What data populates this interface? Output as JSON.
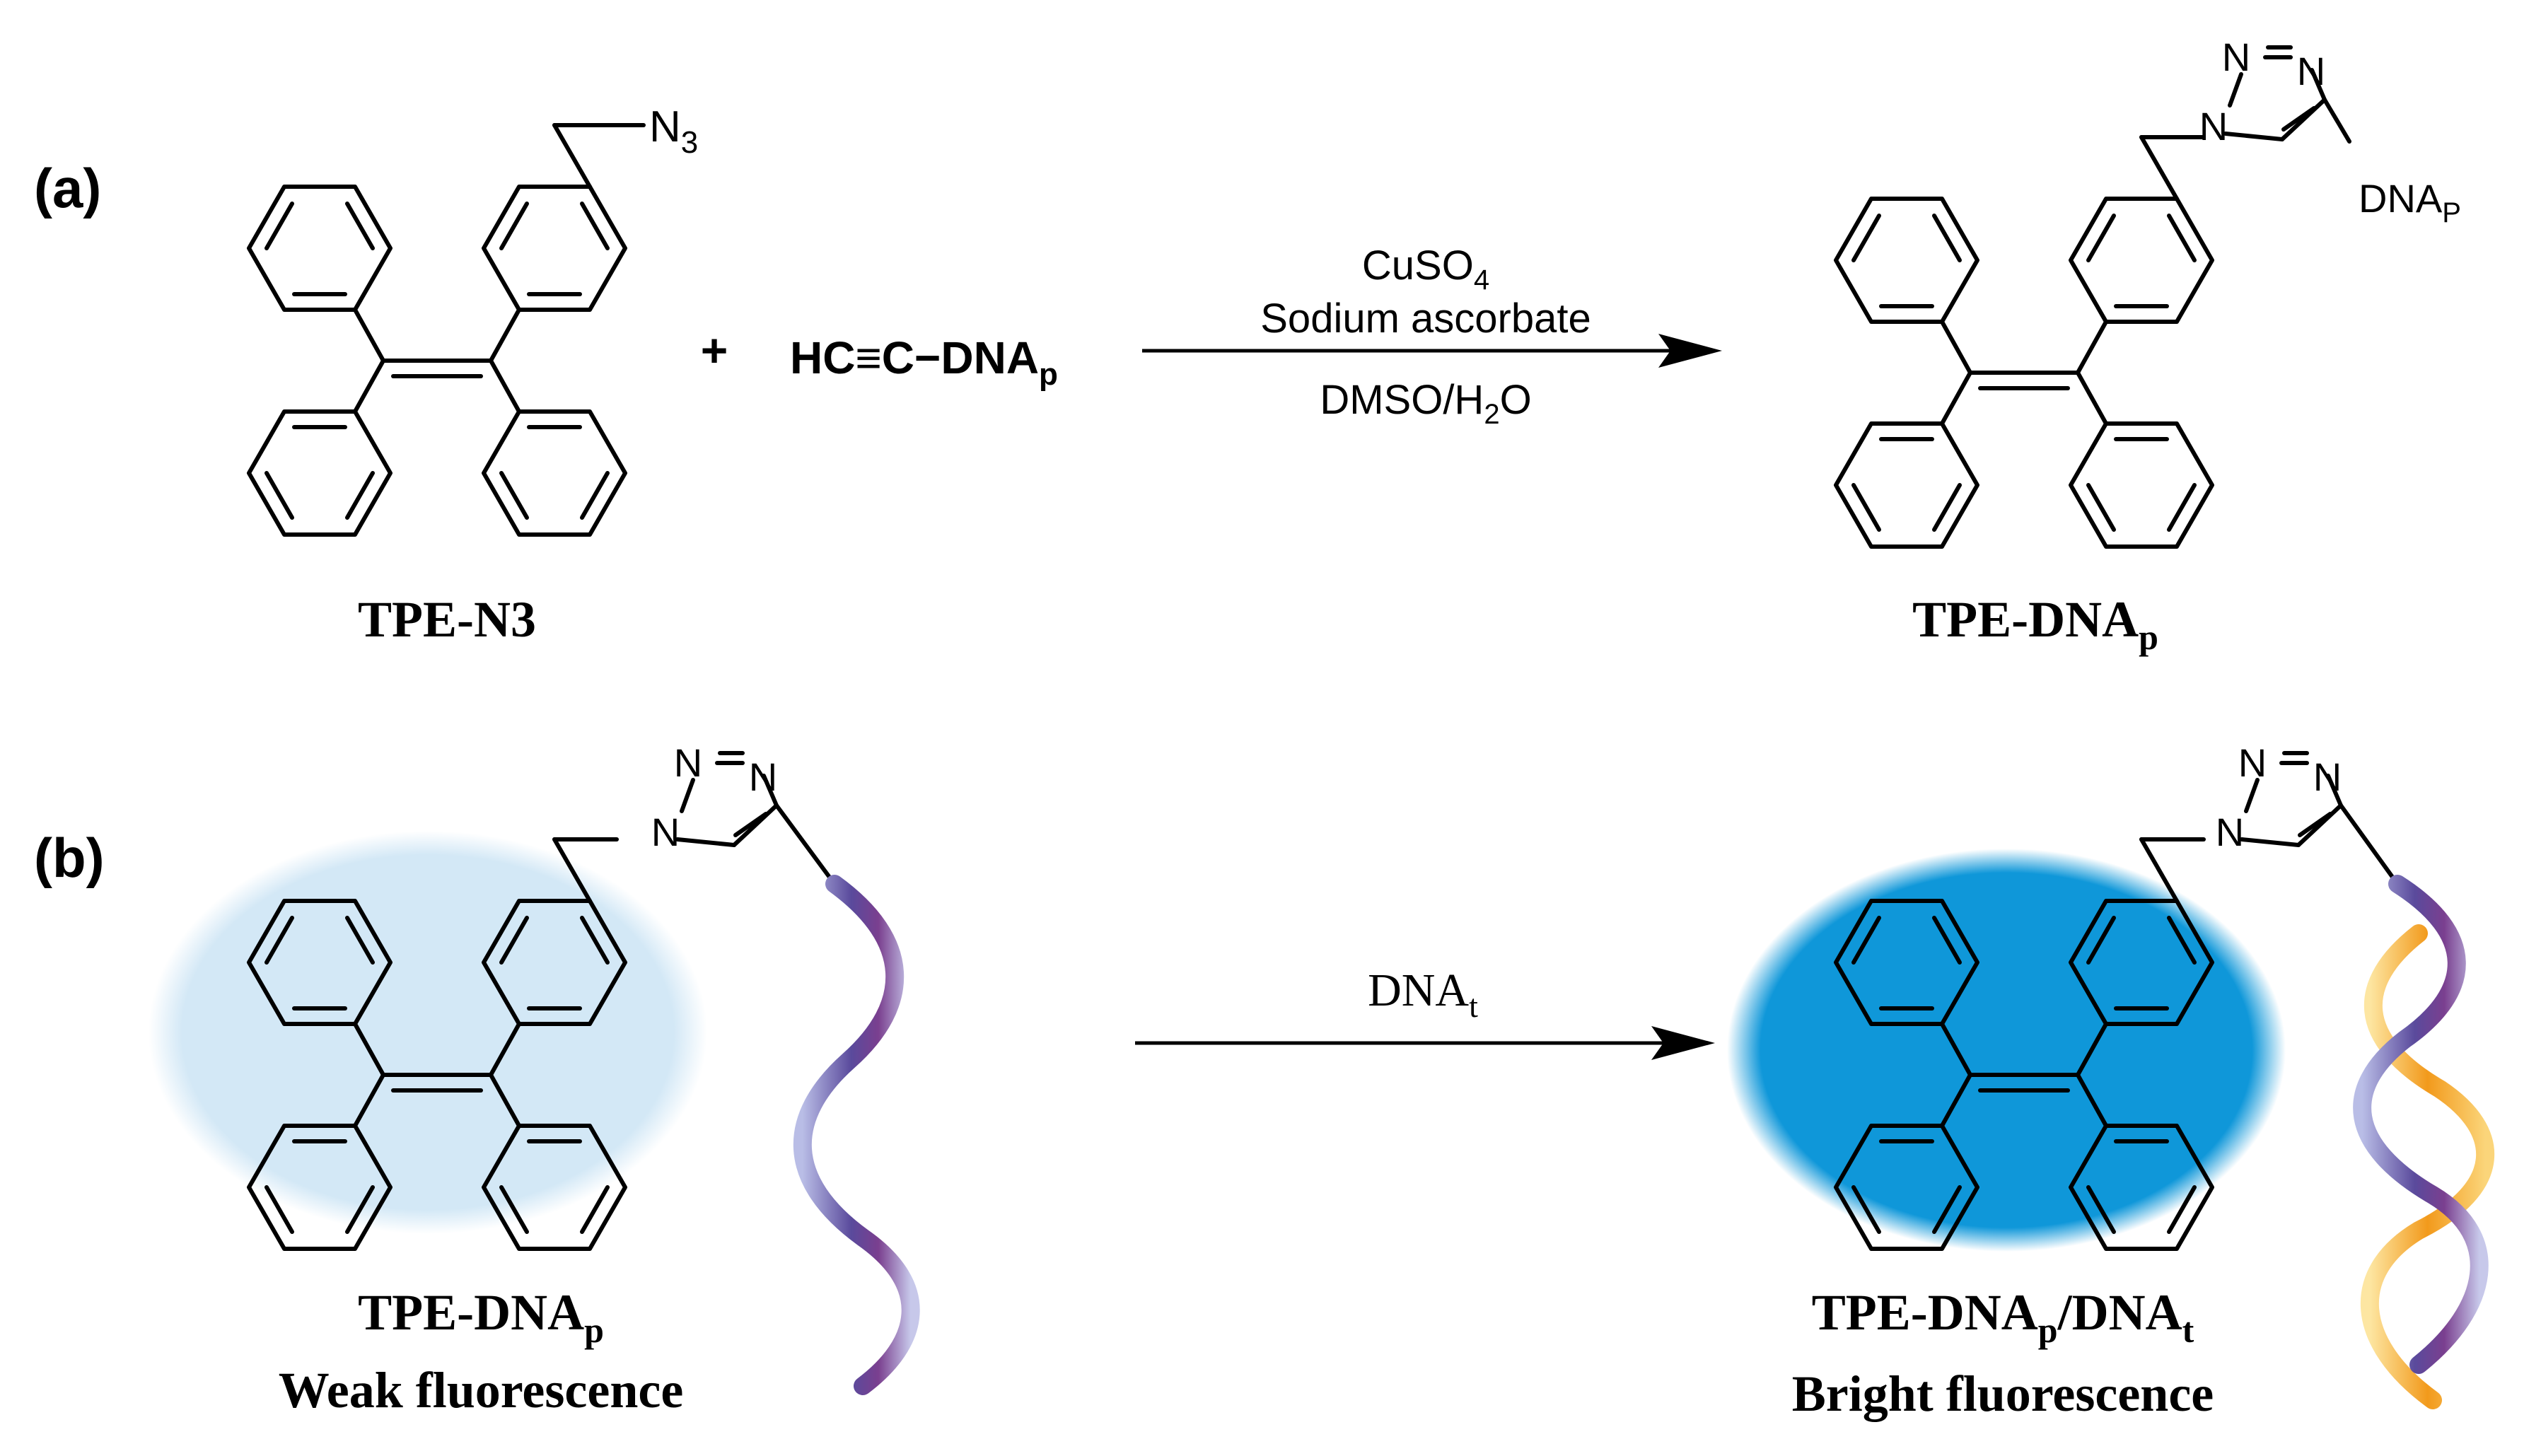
{
  "panel_a": {
    "label": "(a)",
    "reactant_name": "TPE-N3",
    "azide_group": {
      "main": "N",
      "sub": "3"
    },
    "plus": "+",
    "alkyne": {
      "prefix": "HC≡C−DNA",
      "sub": "p"
    },
    "conditions": {
      "reagent1": {
        "main": "CuSO",
        "sub": "4"
      },
      "reagent2": "Sodium ascorbate",
      "solvent": {
        "pre": "DMSO/H",
        "sub": "2",
        "post": "O"
      }
    },
    "product_substituent": {
      "main": "DNA",
      "sub": "P"
    },
    "product_name": {
      "main": "TPE-DNA",
      "sub": "p"
    },
    "triazole_atoms": [
      "N",
      "N",
      "N"
    ]
  },
  "panel_b": {
    "label": "(b)",
    "left_name": {
      "main": "TPE-DNA",
      "sub": "p"
    },
    "left_caption": "Weak fluorescence",
    "arrow_label": {
      "main": "DNA",
      "sub": "t"
    },
    "right_name": {
      "main1": "TPE-DNA",
      "sub1": "p",
      "main2": "/DNA",
      "sub2": "t"
    },
    "right_caption": "Bright fluorescence",
    "triazole_atoms": [
      "N",
      "N",
      "N"
    ]
  },
  "colors": {
    "weak_glow": "#d3e8f6",
    "bright_glow": "#0f97d9",
    "probe_strand": "#7a4aa0",
    "target_strand": "#f2a42a"
  }
}
